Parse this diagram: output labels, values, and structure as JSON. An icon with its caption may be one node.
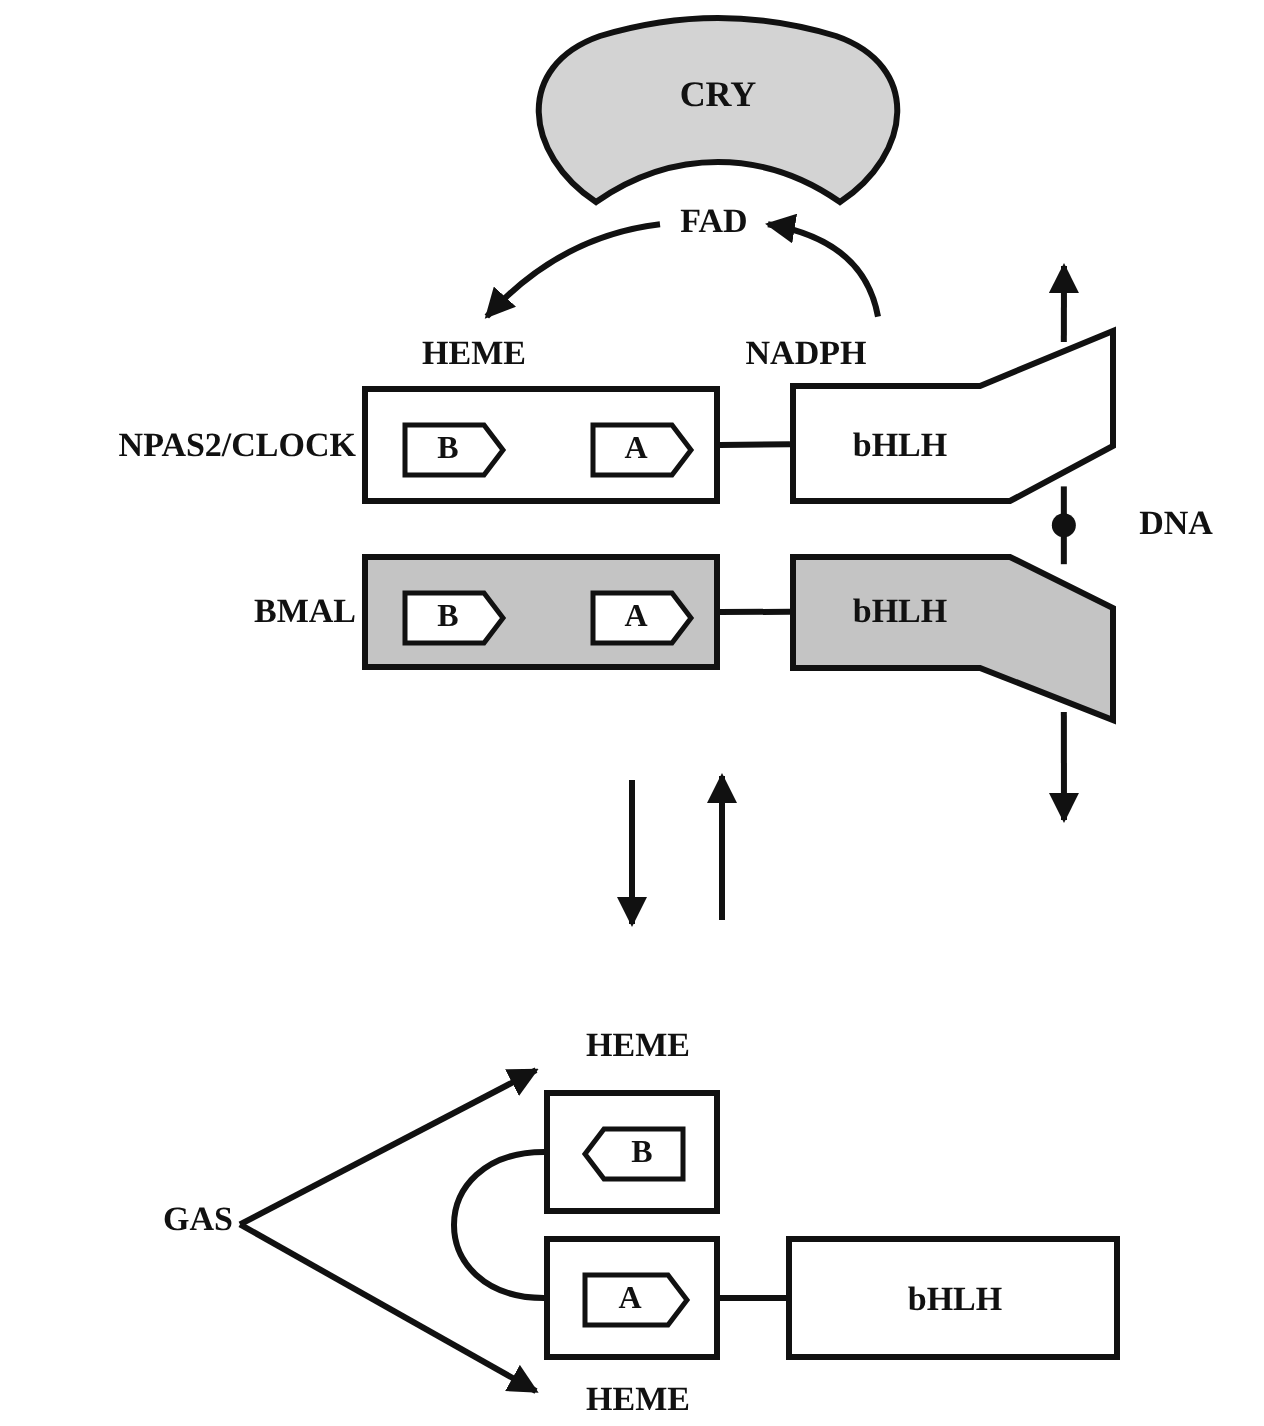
{
  "diagram": {
    "nodes": [
      {
        "text": [
          "CRY"
        ]
      },
      {
        "text": [
          "FAD"
        ]
      },
      {
        "text": [
          "HEME"
        ]
      },
      {
        "text": [
          "NADPH"
        ]
      },
      {
        "text": [],
        "shape": "box",
        "beside": [
          "NPAS2/CLOCK"
        ]
      },
      {
        "text": [
          "B"
        ],
        "in": 4
      },
      {
        "text": [
          "A"
        ],
        "in": 4
      },
      {
        "text": [
          "bHLH"
        ]
      },
      {
        "text": [],
        "shape": "box",
        "beside": [
          "BMAL"
        ]
      },
      {
        "text": [
          "B"
        ],
        "in": 8
      },
      {
        "text": [
          "A"
        ],
        "in": 8
      },
      {
        "text": [
          "bHLH"
        ]
      },
      {
        "text": [
          "GAS"
        ]
      },
      {
        "text": [
          "HEME"
        ]
      },
      {
        "text": [],
        "shape": "box"
      },
      {
        "text": [
          "B"
        ],
        "in": 14
      },
      {
        "text": [],
        "shape": "box"
      },
      {
        "text": [
          "A"
        ],
        "in": 16
      },
      {
        "text": [
          "bHLH"
        ]
      },
      {
        "text": [
          "HEME"
        ]
      }
    ],
    "edges": [
      {
        "from": 3,
        "to": 1,
        "arrow": "to"
      },
      {
        "from": 1,
        "to": 2,
        "arrow": "to"
      },
      {
        "from": 4,
        "to": 7,
        "arrow": "none"
      },
      {
        "from": 8,
        "to": 11,
        "arrow": "none"
      },
      {
        "from": 7,
        "to": null,
        "arrow": "to"
      },
      {
        "from": 7,
        "to": 11,
        "arrow": "none"
      },
      {
        "from": 11,
        "to": null,
        "arrow": "to"
      },
      {
        "from": 12,
        "to": 13,
        "arrow": "to"
      },
      {
        "from": 12,
        "to": 19,
        "arrow": "to"
      },
      {
        "from": 14,
        "to": 16,
        "arrow": "none"
      },
      {
        "from": 16,
        "to": 18,
        "arrow": "none"
      }
    ],
    "labels": [
      "DNA"
    ]
  }
}
